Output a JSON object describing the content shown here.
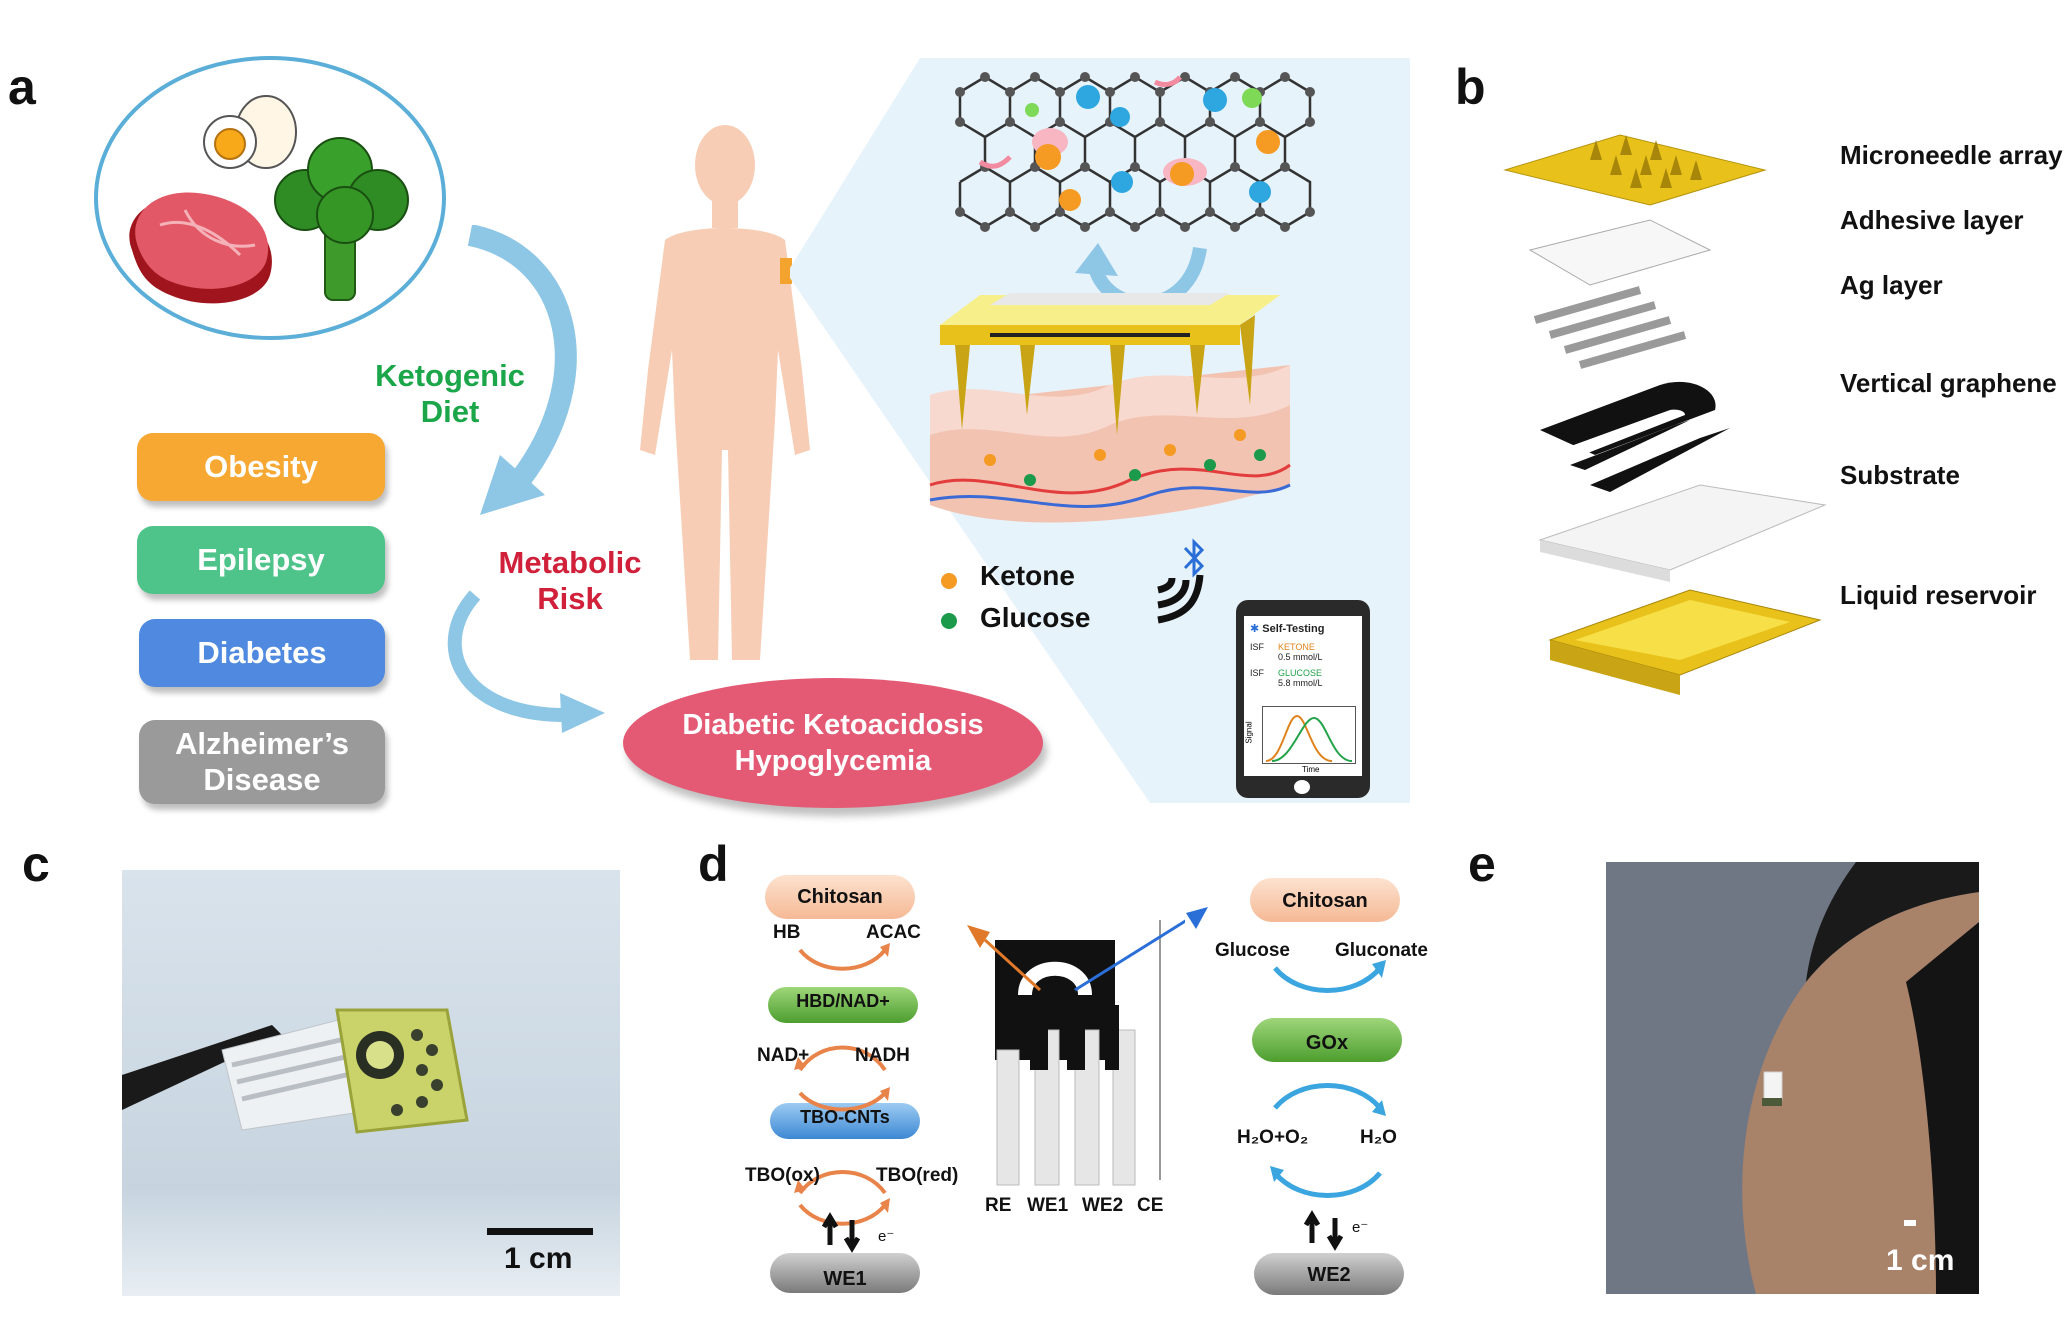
{
  "panels": {
    "a": "a",
    "b": "b",
    "c": "c",
    "d": "d",
    "e": "e"
  },
  "panel_a": {
    "diet_line1": "Ketogenic",
    "diet_line2": "Diet",
    "risk_line1": "Metabolic",
    "risk_line2": "Risk",
    "conditions": [
      {
        "label": "Obesity",
        "color": "#f6a833"
      },
      {
        "label": "Epilepsy",
        "color": "#4fc48a"
      },
      {
        "label": "Diabetes",
        "color": "#4f8ae0"
      },
      {
        "label": "Alzheimer’s",
        "label2": "Disease",
        "color": "#9a9a9a"
      }
    ],
    "outcome_line1": "Diabetic Ketoacidosis",
    "outcome_line2": "Hypoglycemia",
    "legend": [
      {
        "label": "Ketone",
        "color": "#f59a22"
      },
      {
        "label": "Glucose",
        "color": "#1a9a4a"
      }
    ],
    "phone": {
      "title": "Self-Testing",
      "rows": [
        {
          "tag": "ISF",
          "name": "KETONE",
          "value": "0.5 mmol/L",
          "color": "#e0821c"
        },
        {
          "tag": "ISF",
          "name": "GLUCOSE",
          "value": "5.8 mmol/L",
          "color": "#23a34a"
        }
      ],
      "y_axis": "Signal",
      "x_axis": "Time"
    }
  },
  "panel_b": {
    "layers": [
      "Microneedle array",
      "Adhesive layer",
      "Ag layer",
      "Vertical graphene",
      "Substrate",
      "Liquid reservoir"
    ]
  },
  "panel_c": {
    "scale": "1 cm"
  },
  "panel_d": {
    "left": {
      "top": "Chitosan",
      "hb": "HB",
      "acac": "ACAC",
      "enzyme": "HBD/NAD+",
      "nad": "NAD+",
      "nadh": "NADH",
      "mediator": "TBO-CNTs",
      "tbo_ox": "TBO(ox)",
      "tbo_red": "TBO(red)",
      "electron": "e⁻",
      "electrode": "WE1"
    },
    "center": {
      "labels": [
        "RE",
        "WE1",
        "WE2",
        "CE"
      ]
    },
    "right": {
      "top": "Chitosan",
      "glucose": "Glucose",
      "gluconate": "Gluconate",
      "enzyme": "GOx",
      "h2o_o2": "H₂O+O₂",
      "h2o": "H₂O",
      "electron": "e⁻",
      "electrode": "WE2"
    }
  },
  "panel_e": {
    "scale": "1 cm"
  },
  "colors": {
    "green_text": "#1ca64a",
    "red_text": "#d0203a",
    "outcome": "#e45a74",
    "arrow_blue": "#8ec6e6",
    "gold": "#e8c21a",
    "skin": "#f7cdb6"
  }
}
